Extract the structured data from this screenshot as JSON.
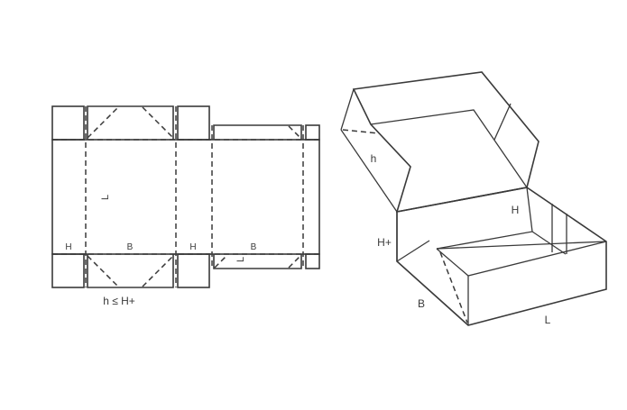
{
  "flat_layout": {
    "labels": {
      "l_main": "L",
      "h_left": "H",
      "b_center": "B",
      "h_right": "H",
      "b_right": "B",
      "l_small": "L",
      "constraint": "h ≤ H+"
    }
  },
  "box_3d": {
    "labels": {
      "h_lid": "h",
      "h_height": "H",
      "h_plus": "H+",
      "b_width": "B",
      "l_length": "L"
    }
  }
}
